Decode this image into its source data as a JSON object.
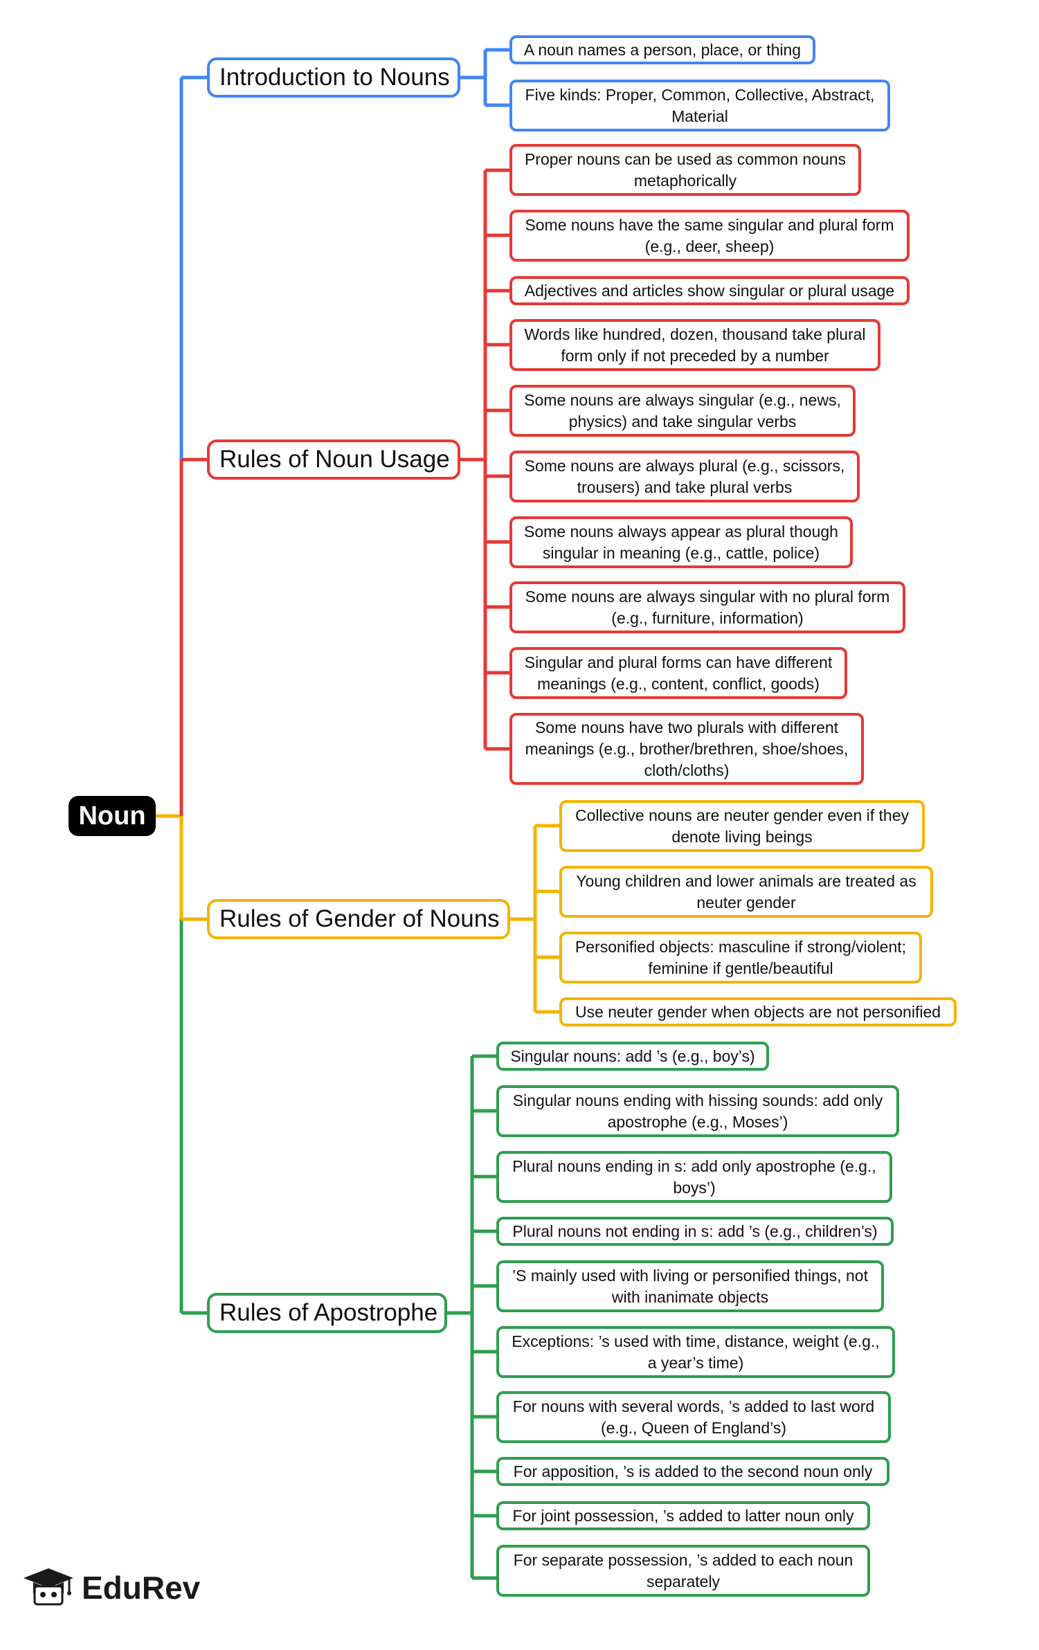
{
  "root": {
    "label": "Noun"
  },
  "branches": [
    {
      "label": "Introduction to Nouns",
      "color": "#4285F4",
      "items": [
        "A noun names a person, place, or thing",
        "Five kinds: Proper, Common, Collective, Abstract, Material"
      ]
    },
    {
      "label": "Rules of Noun Usage",
      "color": "#E53935",
      "items": [
        "Proper nouns can be used as common nouns metaphorically",
        "Some nouns have the same singular and plural form (e.g., deer, sheep)",
        "Adjectives and articles show singular or plural usage",
        "Words like hundred, dozen, thousand take plural form only if not preceded by a number",
        "Some nouns are always singular (e.g., news, physics) and take singular verbs",
        "Some nouns are always plural (e.g., scissors, trousers) and take plural verbs",
        "Some nouns always appear as plural though singular in meaning (e.g., cattle, police)",
        "Some nouns are always singular with no plural form (e.g., furniture, information)",
        "Singular and plural forms can have different meanings (e.g., content, conflict, goods)",
        "Some nouns have two plurals with different meanings (e.g., brother/brethren, shoe/shoes, cloth/cloths)"
      ]
    },
    {
      "label": "Rules of Gender of Nouns",
      "color": "#F4B400",
      "items": [
        "Collective nouns are neuter gender even if they denote living beings",
        "Young children and lower animals are treated as neuter gender",
        "Personified objects: masculine if strong/violent; feminine if gentle/beautiful",
        "Use neuter gender when objects are not personified"
      ]
    },
    {
      "label": "Rules of Apostrophe",
      "color": "#2E9E4F",
      "items": [
        "Singular nouns: add ’s (e.g., boy’s)",
        "Singular nouns ending with hissing sounds: add only apostrophe (e.g., Moses’)",
        "Plural nouns ending in s: add only apostrophe (e.g., boys’)",
        "Plural nouns not ending in s: add ’s (e.g., children’s)",
        "’S mainly used with living or personified things, not with inanimate objects",
        "Exceptions: ’s used with time, distance, weight (e.g., a year’s time)",
        "For nouns with several words, ’s added to last word (e.g., Queen of England’s)",
        "For apposition, ’s is added to the second noun only",
        "For joint possession, ’s added to latter noun only",
        "For separate possession, ’s added to each noun separately"
      ]
    }
  ],
  "logo": {
    "text": "EduRev",
    "icon": "graduation-cap-icon"
  }
}
